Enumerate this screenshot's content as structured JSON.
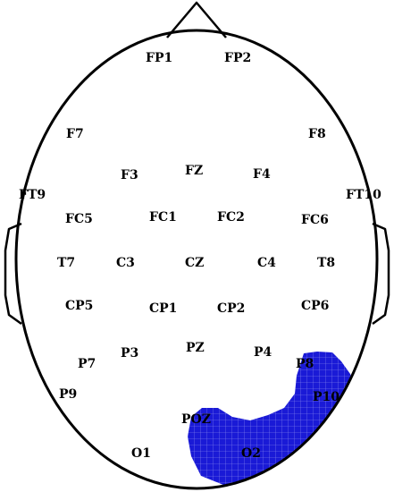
{
  "colors": {
    "background": "#ffffff",
    "outline": "#000000",
    "activation_fill": "#1a1ad6",
    "activation_grid": "#8f8ff0"
  },
  "electrodes": {
    "fp1": "FP1",
    "fp2": "FP2",
    "f7": "F7",
    "f8": "F8",
    "f3": "F3",
    "fz": "FZ",
    "f4": "F4",
    "ft9": "FT9",
    "ft10": "FT10",
    "fc5": "FC5",
    "fc1": "FC1",
    "fc2": "FC2",
    "fc6": "FC6",
    "t7": "T7",
    "c3": "C3",
    "cz": "CZ",
    "c4": "C4",
    "t8": "T8",
    "cp5": "CP5",
    "cp1": "CP1",
    "cp2": "CP2",
    "cp6": "CP6",
    "p7": "P7",
    "p3": "P3",
    "pz": "PZ",
    "p4": "P4",
    "p8": "P8",
    "p9": "P9",
    "p10": "P10",
    "poz": "POZ",
    "o1": "O1",
    "o2": "O2"
  }
}
